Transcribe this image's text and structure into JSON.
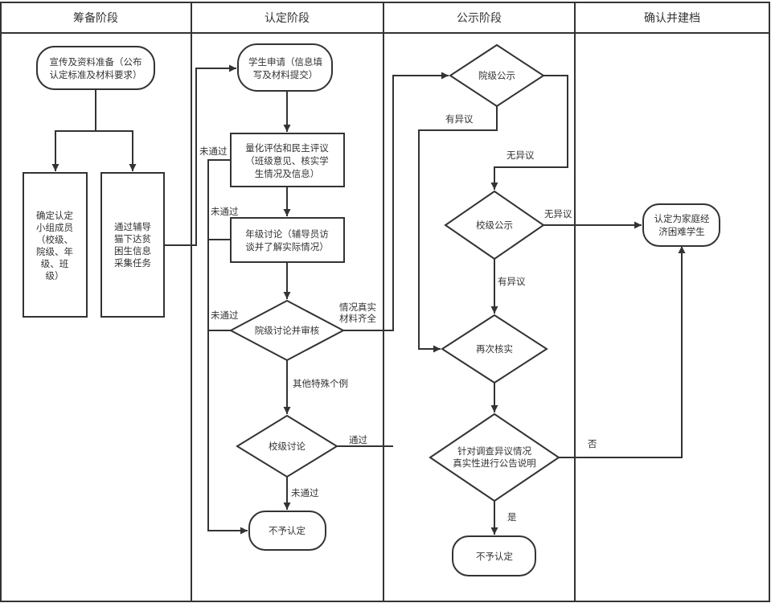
{
  "lanes": [
    {
      "id": "prep",
      "title": "筹备阶段"
    },
    {
      "id": "review",
      "title": "认定阶段"
    },
    {
      "id": "publicize",
      "title": "公示阶段"
    },
    {
      "id": "confirm",
      "title": "确认并建档"
    }
  ],
  "nodes": {
    "prep_publicity": {
      "shape": "terminal",
      "lines": [
        "宣传及资料准备（公布",
        "认定标准及材料要求）"
      ]
    },
    "form_group": {
      "shape": "process",
      "lines": [
        "确定认定",
        "小组成员",
        "（校级、",
        "院级、年",
        "级、班",
        "级）"
      ]
    },
    "assign_task": {
      "shape": "process",
      "lines": [
        "通过辅导",
        "猫下达贫",
        "困生信息",
        "采集任务"
      ]
    },
    "student_apply": {
      "shape": "terminal",
      "lines": [
        "学生申请（信息填",
        "写及材料提交）"
      ]
    },
    "class_eval": {
      "shape": "process",
      "lines": [
        "量化评估和民主评议",
        "（班级意见、核实学",
        "生情况及信息）"
      ]
    },
    "grade_discuss": {
      "shape": "process",
      "lines": [
        "年级讨论（辅导员访",
        "谈并了解实际情况）"
      ]
    },
    "college_review": {
      "shape": "decision",
      "lines": [
        "院级讨论并审核"
      ]
    },
    "school_discuss": {
      "shape": "decision",
      "lines": [
        "校级讨论"
      ]
    },
    "reject_1": {
      "shape": "terminal",
      "lines": [
        "不予认定"
      ]
    },
    "college_public": {
      "shape": "decision",
      "lines": [
        "院级公示"
      ]
    },
    "school_public": {
      "shape": "decision",
      "lines": [
        "校级公示"
      ]
    },
    "recheck": {
      "shape": "decision",
      "lines": [
        "再次核实"
      ]
    },
    "announce": {
      "shape": "decision",
      "lines": [
        "针对调查异议情况",
        "真实性进行公告说明"
      ]
    },
    "reject_2": {
      "shape": "terminal",
      "lines": [
        "不予认定"
      ]
    },
    "confirmed": {
      "shape": "terminal",
      "lines": [
        "认定为家庭经",
        "济困难学生"
      ]
    }
  },
  "edges": [
    {
      "from": "prep_publicity",
      "to": "form_group",
      "label": ""
    },
    {
      "from": "prep_publicity",
      "to": "assign_task",
      "label": ""
    },
    {
      "from": "assign_task",
      "to": "student_apply",
      "label": ""
    },
    {
      "from": "student_apply",
      "to": "class_eval",
      "label": ""
    },
    {
      "from": "class_eval",
      "to": "grade_discuss",
      "label": ""
    },
    {
      "from": "grade_discuss",
      "to": "college_review",
      "label": ""
    },
    {
      "from": "class_eval",
      "to": "reject_1",
      "label": "未通过"
    },
    {
      "from": "grade_discuss",
      "to": "reject_1",
      "label": "未通过"
    },
    {
      "from": "college_review",
      "to": "reject_1",
      "label": "未通过"
    },
    {
      "from": "college_review",
      "to": "college_public",
      "label": [
        "情况真实",
        "材料齐全"
      ]
    },
    {
      "from": "college_review",
      "to": "school_discuss",
      "label": "其他特殊个例"
    },
    {
      "from": "school_discuss",
      "to": "college_public",
      "label": "通过"
    },
    {
      "from": "school_discuss",
      "to": "reject_1",
      "label": "未通过"
    },
    {
      "from": "college_public",
      "to": "recheck",
      "label": "有异议"
    },
    {
      "from": "college_public",
      "to": "school_public",
      "label": "无异议"
    },
    {
      "from": "school_public",
      "to": "confirmed",
      "label": "无异议"
    },
    {
      "from": "school_public",
      "to": "recheck",
      "label": "有异议"
    },
    {
      "from": "recheck",
      "to": "announce",
      "label": ""
    },
    {
      "from": "announce",
      "to": "reject_2",
      "label": "是"
    },
    {
      "from": "announce",
      "to": "confirmed",
      "label": "否"
    }
  ],
  "colors": {
    "stroke": "#333333",
    "text": "#333333",
    "background": "#ffffff"
  }
}
